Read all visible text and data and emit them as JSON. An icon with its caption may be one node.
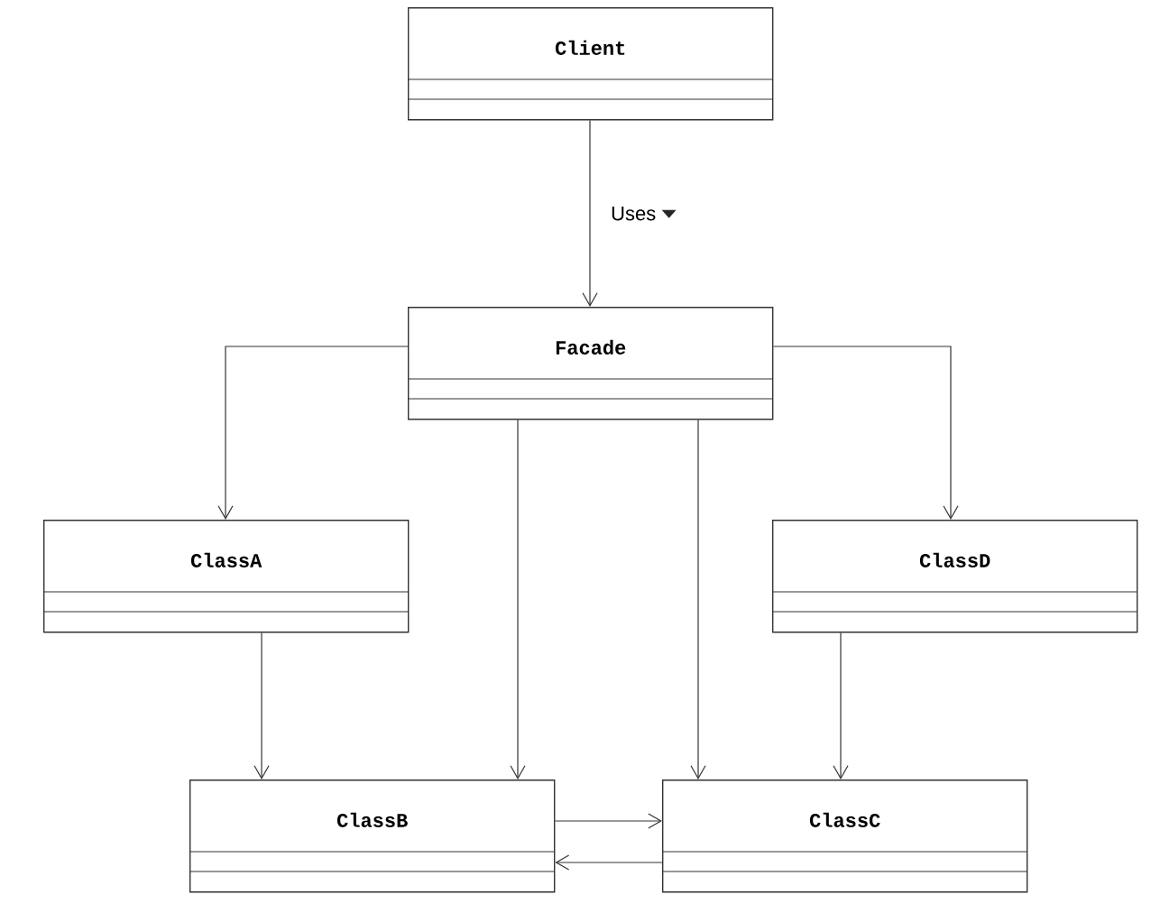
{
  "diagram": {
    "nodes": [
      {
        "text": [
          "Client"
        ]
      },
      {
        "text": [
          "Facade"
        ]
      },
      {
        "text": [
          "ClassA"
        ]
      },
      {
        "text": [
          "ClassD"
        ]
      },
      {
        "text": [
          "ClassB"
        ]
      },
      {
        "text": [
          "ClassC"
        ]
      }
    ],
    "edges": [
      {
        "from": 0,
        "to": 1,
        "arrow": "to",
        "label": "Uses"
      },
      {
        "from": 1,
        "to": 2,
        "arrow": "to"
      },
      {
        "from": 1,
        "to": 3,
        "arrow": "to"
      },
      {
        "from": 1,
        "to": 4,
        "arrow": "to"
      },
      {
        "from": 1,
        "to": 5,
        "arrow": "to"
      },
      {
        "from": 2,
        "to": 4,
        "arrow": "to"
      },
      {
        "from": 3,
        "to": 5,
        "arrow": "to"
      },
      {
        "from": 4,
        "to": 5,
        "arrow": "to"
      },
      {
        "from": 5,
        "to": 4,
        "arrow": "to"
      }
    ]
  }
}
